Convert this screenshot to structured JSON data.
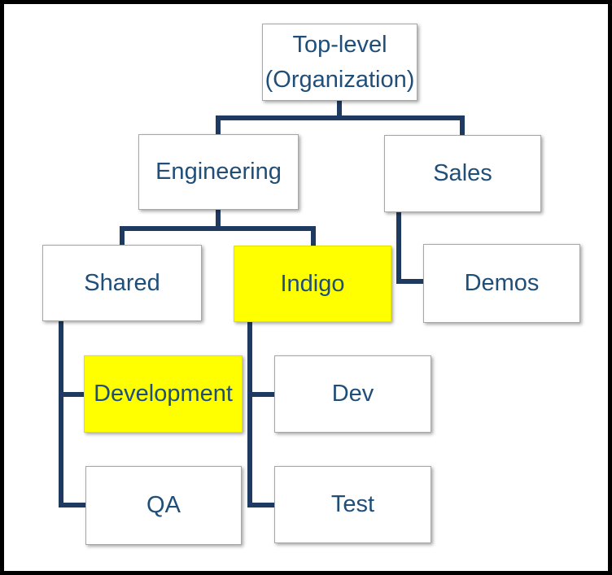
{
  "colors": {
    "highlight": "#ffff00",
    "highlight-border": "#e0e000",
    "line": "#1f3a60",
    "text": "#1f4e79",
    "node-border": "#a6a6a6",
    "node-bg": "#ffffff",
    "frame": "#000000"
  },
  "diagram": {
    "type": "org-chart",
    "nodes": [
      {
        "id": "top",
        "label": "Top-level (Organization)",
        "lines": [
          "Top-level",
          "(Organization)"
        ],
        "parent": null,
        "highlighted": false
      },
      {
        "id": "engineering",
        "label": "Engineering",
        "parent": "top",
        "highlighted": false
      },
      {
        "id": "sales",
        "label": "Sales",
        "parent": "top",
        "highlighted": false
      },
      {
        "id": "shared",
        "label": "Shared",
        "parent": "engineering",
        "highlighted": false
      },
      {
        "id": "indigo",
        "label": "Indigo",
        "parent": "engineering",
        "highlighted": true
      },
      {
        "id": "demos",
        "label": "Demos",
        "parent": "sales",
        "highlighted": false
      },
      {
        "id": "development",
        "label": "Development",
        "parent": "shared",
        "highlighted": true
      },
      {
        "id": "dev",
        "label": "Dev",
        "parent": "indigo",
        "highlighted": false
      },
      {
        "id": "qa",
        "label": "QA",
        "parent": "shared",
        "highlighted": false
      },
      {
        "id": "test",
        "label": "Test",
        "parent": "indigo",
        "highlighted": false
      }
    ]
  }
}
